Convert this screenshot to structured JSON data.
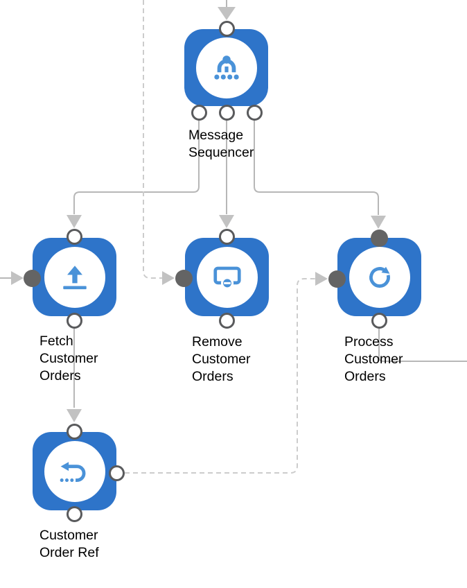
{
  "app": {
    "view": "integration-flow-canvas"
  },
  "colors": {
    "node_blue": "#2e74c9",
    "icon_blue": "#4a92d8",
    "port_ring": "#595a5c",
    "port_dark": "#646464",
    "wire": "#b7b7b7",
    "wire_dashed": "#cccccc",
    "arrow": "#c2c2c2",
    "label": "#000000",
    "canvas_bg": "#ffffff"
  },
  "nodes": [
    {
      "id": "message-sequencer",
      "label": "Message Sequencer",
      "label_lines": [
        "Message",
        "Sequencer"
      ],
      "icon": "sequencer-icon",
      "ports": {
        "top": "open",
        "bottom_1": "open",
        "bottom_2": "open",
        "bottom_3": "open"
      }
    },
    {
      "id": "fetch-customer-orders",
      "label": "Fetch Customer Orders",
      "label_lines": [
        "Fetch",
        "Customer",
        "Orders"
      ],
      "icon": "upload-icon",
      "ports": {
        "top": "open",
        "left": "filled",
        "bottom": "open"
      }
    },
    {
      "id": "remove-customer-orders",
      "label": "Remove Customer Orders",
      "label_lines": [
        "Remove",
        "Customer",
        "Orders"
      ],
      "icon": "remove-tray-minus-icon",
      "ports": {
        "top": "open",
        "left": "filled",
        "bottom": "open"
      }
    },
    {
      "id": "process-customer-orders",
      "label": "Process Customer Orders",
      "label_lines": [
        "Process",
        "Customer",
        "Orders"
      ],
      "icon": "refresh-icon",
      "ports": {
        "top": "filled",
        "left": "filled",
        "bottom": "open"
      }
    },
    {
      "id": "customer-order-ref",
      "label": "Customer Order Ref",
      "label_lines": [
        "Customer",
        "Order Ref"
      ],
      "icon": "return-arrow-icon",
      "ports": {
        "top": "open",
        "right": "open",
        "bottom": "open"
      }
    }
  ],
  "connections": [
    {
      "from": "offscreen-top",
      "to": "message-sequencer.top",
      "style": "solid"
    },
    {
      "from": "offscreen-top-left",
      "to": "remove-customer-orders.left",
      "style": "dashed"
    },
    {
      "from": "offscreen-left",
      "to": "fetch-customer-orders.left",
      "style": "solid"
    },
    {
      "from": "message-sequencer.bottom-1",
      "to": "fetch-customer-orders.top",
      "style": "solid"
    },
    {
      "from": "message-sequencer.bottom-2",
      "to": "remove-customer-orders.top",
      "style": "solid"
    },
    {
      "from": "message-sequencer.bottom-3",
      "to": "process-customer-orders.top",
      "style": "solid"
    },
    {
      "from": "fetch-customer-orders.bottom",
      "to": "customer-order-ref.top",
      "style": "solid"
    },
    {
      "from": "customer-order-ref.right",
      "to": "process-customer-orders.left",
      "style": "dashed"
    },
    {
      "from": "process-customer-orders.bottom",
      "to": "offscreen-right",
      "style": "solid"
    }
  ]
}
